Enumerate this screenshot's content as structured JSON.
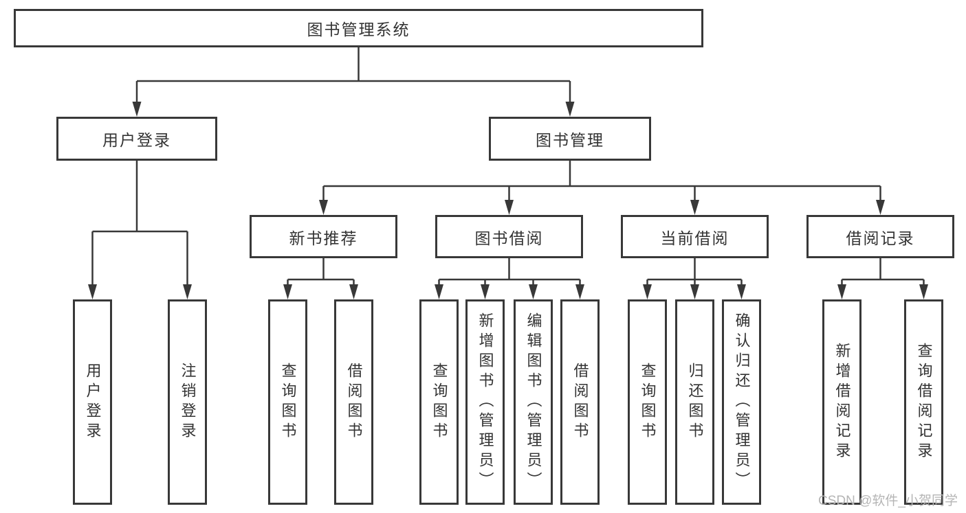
{
  "tree": {
    "label": "图书管理系统",
    "children": [
      {
        "label": "用户登录",
        "children": [
          {
            "label": "用户登录"
          },
          {
            "label": "注销登录"
          }
        ]
      },
      {
        "label": "图书管理",
        "children": [
          {
            "label": "新书推荐",
            "children": [
              {
                "label": "查询图书"
              },
              {
                "label": "借阅图书"
              }
            ]
          },
          {
            "label": "图书借阅",
            "children": [
              {
                "label": "查询图书"
              },
              {
                "label": "新增图书（管理员）"
              },
              {
                "label": "编辑图书（管理员）"
              },
              {
                "label": "借阅图书"
              }
            ]
          },
          {
            "label": "当前借阅",
            "children": [
              {
                "label": "查询图书"
              },
              {
                "label": "归还图书"
              },
              {
                "label": "确认归还（管理员）"
              }
            ]
          },
          {
            "label": "借阅记录",
            "children": [
              {
                "label": "新增借阅记录"
              },
              {
                "label": "查询借阅记录"
              }
            ]
          }
        ]
      }
    ]
  },
  "watermark": {
    "text": "CSDN @软件_小贺同学"
  },
  "colors": {
    "line": "#383838",
    "box_border": "#383838",
    "box_background": "#ffffff",
    "text": "#333333",
    "watermark": "#b5b5b5",
    "page_background": "#ffffff"
  }
}
